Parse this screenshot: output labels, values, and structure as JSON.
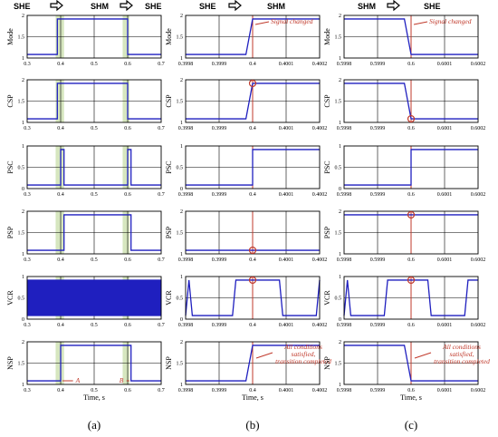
{
  "chart_data": {
    "type": "line",
    "layout": "3 columns x 6 rows of step-signal subplots",
    "line_color": "#1f1fbf",
    "marker_color": "#c0392b",
    "highlight_color": "#b5d28a",
    "x_axis_label": "Time, s",
    "columns": [
      {
        "letter": "(a)",
        "header": [
          "SHE",
          "SHM",
          "SHE"
        ],
        "xlim": [
          0.3,
          0.7
        ],
        "xticks": [
          "0.3",
          "0.4",
          "0.5",
          "0.6",
          "0.7"
        ],
        "transitions": [
          0.39,
          0.61
        ],
        "highlight_bands": [
          [
            0.385,
            0.41
          ],
          [
            0.585,
            0.605
          ]
        ]
      },
      {
        "letter": "(b)",
        "header": [
          "SHE",
          "SHM"
        ],
        "xlim": [
          0.3998,
          0.4002
        ],
        "xticks": [
          "0.3998",
          "0.3999",
          "0.4",
          "0.4001",
          "0.4002"
        ],
        "vline": 0.4
      },
      {
        "letter": "(c)",
        "header": [
          "SHM",
          "SHE"
        ],
        "xlim": [
          0.5998,
          0.6002
        ],
        "xticks": [
          "0.5998",
          "0.5999",
          "0.6",
          "0.6001",
          "0.6002"
        ],
        "vline": 0.6
      }
    ],
    "rows": [
      {
        "ylabel": "Mode",
        "yticks": [
          "1",
          "1.5",
          "2"
        ],
        "ylim": [
          0.9,
          2.1
        ],
        "series": [
          [
            [
              0.3,
              1
            ],
            [
              0.39,
              1
            ],
            [
              0.39,
              2
            ],
            [
              0.6,
              2
            ],
            [
              0.6,
              1
            ],
            [
              0.7,
              1
            ]
          ],
          [
            [
              0.3998,
              1
            ],
            [
              0.39998,
              1
            ],
            [
              0.4,
              2
            ],
            [
              0.4002,
              2
            ]
          ],
          [
            [
              0.5998,
              2
            ],
            [
              0.59998,
              2
            ],
            [
              0.6,
              1
            ],
            [
              0.6002,
              1
            ]
          ]
        ],
        "annotations": [
          null,
          "Signal changed",
          "Signal changed"
        ]
      },
      {
        "ylabel": "CSP",
        "yticks": [
          "1",
          "1.5",
          "2"
        ],
        "ylim": [
          0.9,
          2.1
        ],
        "series": [
          [
            [
              0.3,
              1
            ],
            [
              0.39,
              1
            ],
            [
              0.39,
              2
            ],
            [
              0.6,
              2
            ],
            [
              0.6,
              1
            ],
            [
              0.7,
              1
            ]
          ],
          [
            [
              0.3998,
              1
            ],
            [
              0.39998,
              1
            ],
            [
              0.4,
              2
            ],
            [
              0.4002,
              2
            ]
          ],
          [
            [
              0.5998,
              2
            ],
            [
              0.59998,
              2
            ],
            [
              0.6,
              1
            ],
            [
              0.6002,
              1
            ]
          ]
        ],
        "circles": [
          null,
          [
            0.4,
            2
          ],
          [
            0.6,
            1
          ]
        ]
      },
      {
        "ylabel": "PSC",
        "yticks": [
          "0",
          "0.5",
          "1"
        ],
        "ylim": [
          -0.1,
          1.1
        ],
        "series": [
          [
            [
              0.3,
              0
            ],
            [
              0.4,
              0
            ],
            [
              0.4,
              1
            ],
            [
              0.41,
              1
            ],
            [
              0.41,
              0
            ],
            [
              0.6,
              0
            ],
            [
              0.6,
              1
            ],
            [
              0.61,
              1
            ],
            [
              0.61,
              0
            ],
            [
              0.7,
              0
            ]
          ],
          [
            [
              0.3998,
              0
            ],
            [
              0.4,
              0
            ],
            [
              0.4,
              1
            ],
            [
              0.4002,
              1
            ]
          ],
          [
            [
              0.5998,
              0
            ],
            [
              0.6,
              0
            ],
            [
              0.6,
              1
            ],
            [
              0.6002,
              1
            ]
          ]
        ]
      },
      {
        "ylabel": "PSP",
        "yticks": [
          "1",
          "1.5",
          "2"
        ],
        "ylim": [
          0.9,
          2.1
        ],
        "series": [
          [
            [
              0.3,
              1
            ],
            [
              0.41,
              1
            ],
            [
              0.41,
              2
            ],
            [
              0.61,
              2
            ],
            [
              0.61,
              1
            ],
            [
              0.7,
              1
            ]
          ],
          [
            [
              0.3998,
              1
            ],
            [
              0.4002,
              1
            ]
          ],
          [
            [
              0.5998,
              2
            ],
            [
              0.6002,
              2
            ]
          ]
        ],
        "circles": [
          null,
          [
            0.4,
            1
          ],
          [
            0.6,
            2
          ]
        ]
      },
      {
        "ylabel": "VCR",
        "yticks": [
          "0",
          "0.5",
          "1"
        ],
        "ylim": [
          -0.1,
          1.1
        ],
        "filled": [
          true,
          false,
          false
        ],
        "series": [
          [
            [
              0.3,
              0
            ],
            [
              0.7,
              0
            ],
            [
              0.7,
              1
            ],
            [
              0.3,
              1
            ]
          ],
          [
            [
              0.3998,
              0
            ],
            [
              0.39981,
              1
            ],
            [
              0.39982,
              0
            ],
            [
              0.39994,
              0
            ],
            [
              0.39995,
              1
            ],
            [
              0.40008,
              1
            ],
            [
              0.40009,
              0
            ],
            [
              0.40019,
              0
            ],
            [
              0.4002,
              1
            ]
          ],
          [
            [
              0.5998,
              0
            ],
            [
              0.59981,
              1
            ],
            [
              0.59982,
              0
            ],
            [
              0.59992,
              0
            ],
            [
              0.59993,
              1
            ],
            [
              0.60005,
              1
            ],
            [
              0.60006,
              0
            ],
            [
              0.60016,
              0
            ],
            [
              0.60017,
              1
            ],
            [
              0.6002,
              1
            ]
          ]
        ],
        "circles": [
          null,
          [
            0.4,
            1
          ],
          [
            0.6,
            1
          ]
        ]
      },
      {
        "ylabel": "NSP",
        "yticks": [
          "1",
          "1.5",
          "2"
        ],
        "ylim": [
          0.9,
          2.1
        ],
        "series": [
          [
            [
              0.3,
              1
            ],
            [
              0.4,
              1
            ],
            [
              0.4,
              2
            ],
            [
              0.61,
              2
            ],
            [
              0.61,
              1
            ],
            [
              0.7,
              1
            ]
          ],
          [
            [
              0.3998,
              1
            ],
            [
              0.39998,
              1
            ],
            [
              0.4,
              2
            ],
            [
              0.4002,
              2
            ]
          ],
          [
            [
              0.5998,
              2
            ],
            [
              0.59998,
              2
            ],
            [
              0.6,
              1
            ],
            [
              0.6002,
              1
            ]
          ]
        ],
        "annotations": [
          null,
          "All conditions satisfied, transition completed",
          "All conditions satisfied, transition completed"
        ],
        "point_labels": [
          [
            "A",
            "B"
          ],
          null,
          null
        ]
      }
    ]
  }
}
